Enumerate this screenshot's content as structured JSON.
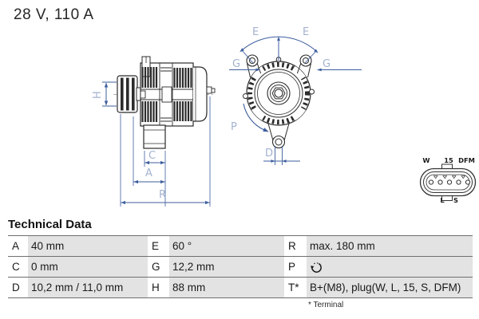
{
  "header": {
    "rating": "28 V, 110 A"
  },
  "diagram": {
    "side_view": {
      "pulley_height_label": "H",
      "foot_offset_label": "C",
      "foot_length_label": "A",
      "total_length_label": "R"
    },
    "front_view": {
      "angle_label_left": "E",
      "angle_label_right": "E",
      "hole_label_left": "G",
      "hole_label_right": "G",
      "rotation_label": "P",
      "bottom_hole_label": "D"
    },
    "connector": {
      "pin_labels_top": [
        "W",
        "15",
        "DFM"
      ],
      "pin_labels_bottom": [
        "L",
        "S"
      ]
    }
  },
  "technical_data": {
    "title": "Technical Data",
    "rows": [
      {
        "cells": [
          {
            "k": "A",
            "v": "40 mm"
          },
          {
            "k": "E",
            "v": "60 °"
          },
          {
            "k": "R",
            "v": "max. 180 mm"
          }
        ]
      },
      {
        "cells": [
          {
            "k": "C",
            "v": "0 mm"
          },
          {
            "k": "G",
            "v": "12,2 mm"
          },
          {
            "k": "P",
            "v": "",
            "icon": "counterclockwise-rotation-icon"
          }
        ]
      },
      {
        "cells": [
          {
            "k": "D",
            "v": "10,2 mm / 11,0 mm"
          },
          {
            "k": "H",
            "v": "88 mm"
          },
          {
            "k": "T*",
            "v": "B+(M8), plug(W, L, 15, S, DFM)"
          }
        ]
      }
    ],
    "footnote": "* Terminal"
  },
  "colors": {
    "dimension_line_blue": "#3d5e9e",
    "dimension_label_blue": "#a3b2cf",
    "drawing_line": "#2b2b2b",
    "table_cell_gray": "#e3e3e3",
    "table_rule_gray": "#6f6f6f"
  }
}
